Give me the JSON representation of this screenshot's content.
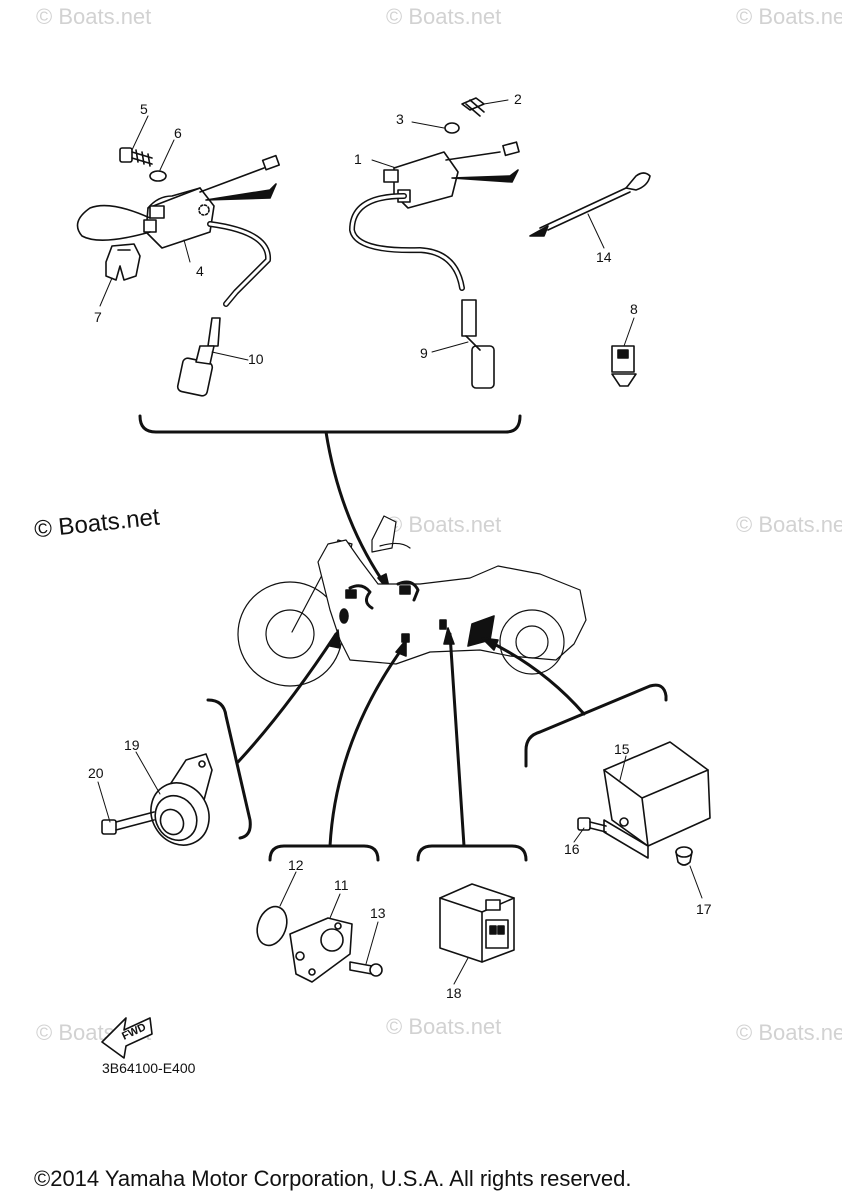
{
  "watermarks": {
    "w1": "© Boats.net",
    "w2": "© Boats.net",
    "w3": "© Boats.net",
    "w4": "© Boats.net",
    "w5": "© Boats.net",
    "w6": "© Boats.net",
    "w7": "© Boats.net",
    "w8": "© Boats.net",
    "w9": "© Boats.net"
  },
  "callouts": [
    "1",
    "2",
    "3",
    "4",
    "5",
    "6",
    "7",
    "8",
    "9",
    "10",
    "11",
    "12",
    "13",
    "14",
    "15",
    "16",
    "17",
    "18",
    "19",
    "20"
  ],
  "fwd_label": "FWD",
  "diagram_code": "3B64100-E400",
  "copyright": "©2014 Yamaha Motor Corporation, U.S.A. All rights reserved."
}
